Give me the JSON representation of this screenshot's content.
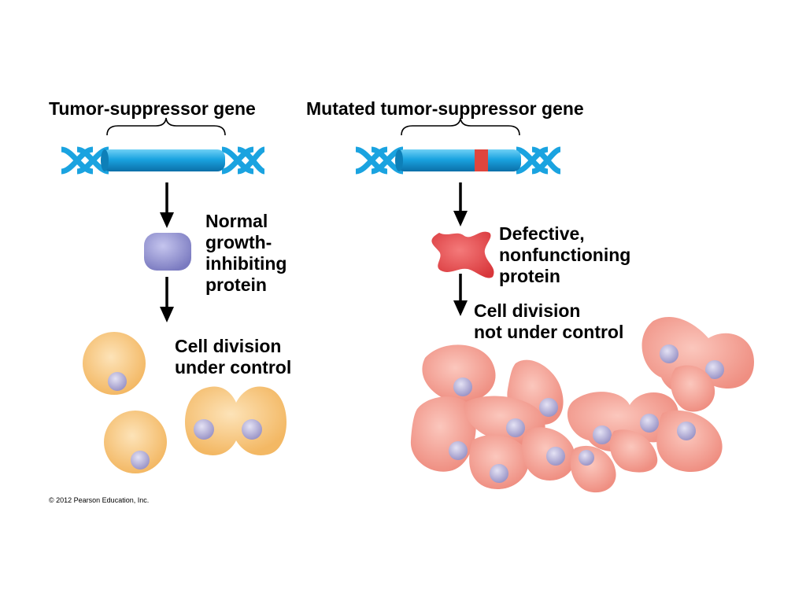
{
  "left_panel": {
    "gene_label": "Tumor-suppressor gene",
    "protein_label": "Normal\ngrowth-\ninhibiting\nprotein",
    "outcome_label": "Cell division\nunder control"
  },
  "right_panel": {
    "gene_label": "Mutated tumor-suppressor gene",
    "protein_label": "Defective,\nnonfunctioning\nprotein",
    "outcome_label": "Cell division\nnot under control"
  },
  "credit": "© 2012 Pearson Education, Inc.",
  "colors": {
    "dna": "#1aa3e0",
    "dna_dark": "#0d7fb8",
    "mutation": "#e0453d",
    "normal_protein": "#8f8fd0",
    "defective_protein": "#e8474b",
    "normal_cell": "#f7c884",
    "tumor_cell": "#f4a398",
    "nucleus": "#b8b3d8"
  }
}
